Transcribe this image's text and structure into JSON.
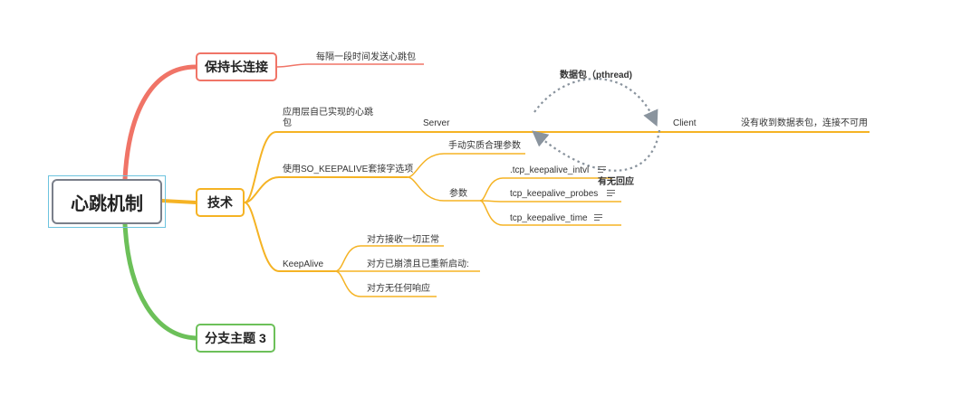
{
  "root": {
    "label": "心跳机制"
  },
  "branches": {
    "keep_conn": {
      "label": "保持长连接",
      "color": "#f07467",
      "child": "每隔一段时间发送心跳包"
    },
    "tech": {
      "label": "技术",
      "color": "#f5b324",
      "app_layer": {
        "label_line1": "应用层自已实现的心跳",
        "label_line2": "包"
      },
      "server": "Server",
      "client": "Client",
      "client_note": "没有收到数据表包，连接不可用",
      "packet_label": "数据包（pthread)",
      "response_label": "有无回应",
      "so_keepalive": "使用SO_KEEPALIVE套接字选项",
      "manual_params": "手动实质合理参数",
      "params": "参数",
      "param_items": [
        ".tcp_keepalive_intvl",
        "tcp_keepalive_probes",
        "tcp_keepalive_time"
      ],
      "keepalive": "KeepAlive",
      "keepalive_items": [
        "对方接收一切正常",
        "对方已崩溃且已重新启动:",
        "对方无任何响应"
      ]
    },
    "topic3": {
      "label": "分支主题 3",
      "color": "#6cc059"
    }
  }
}
